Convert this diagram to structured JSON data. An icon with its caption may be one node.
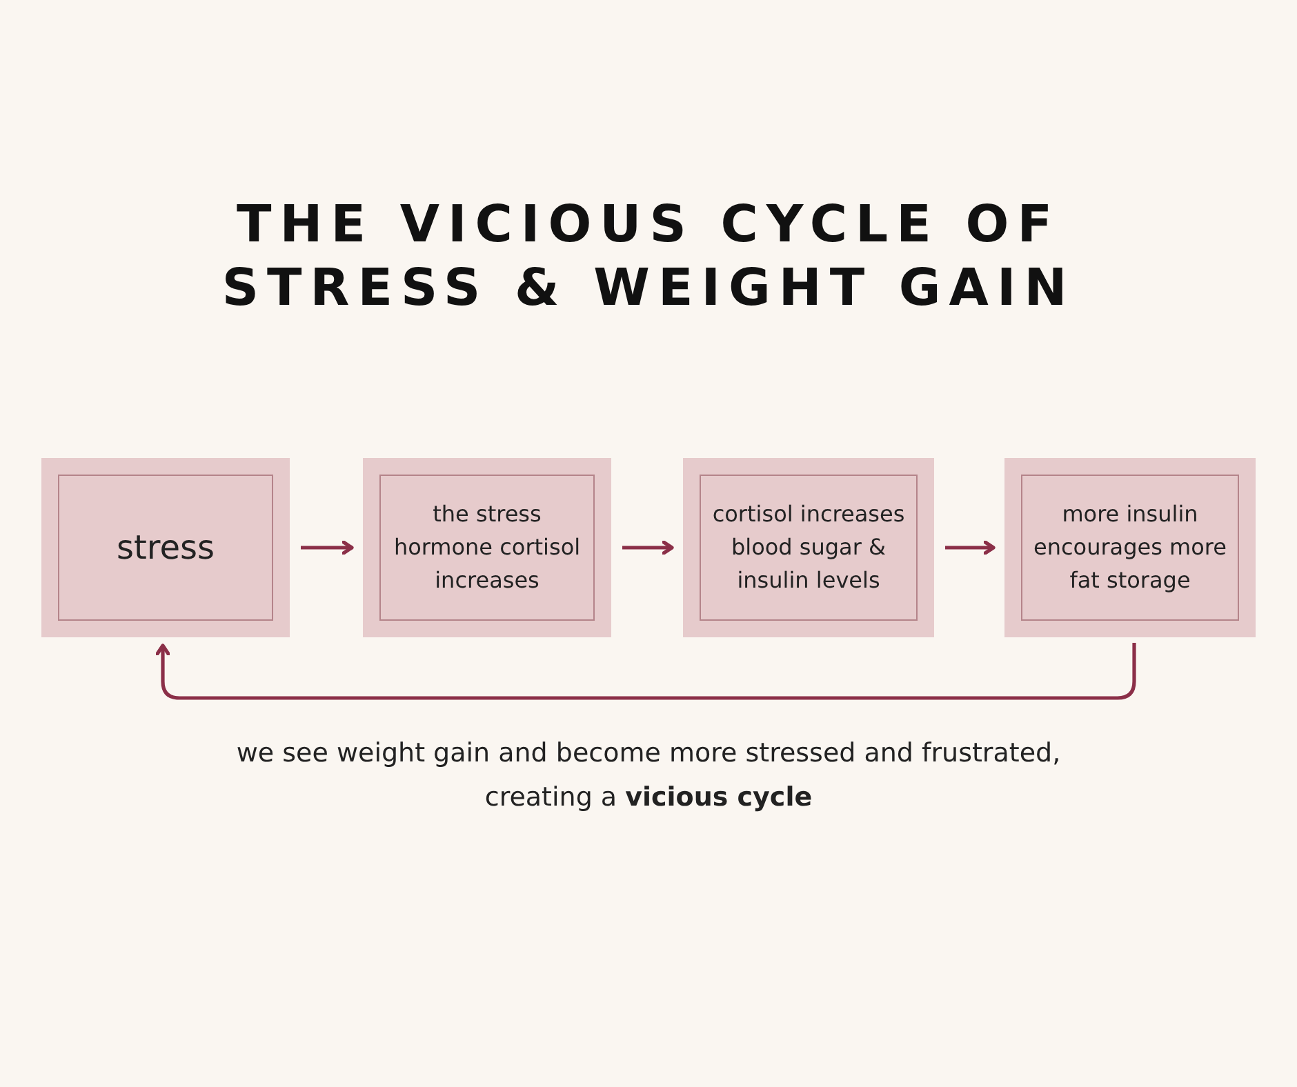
{
  "diagram": {
    "title": "THE VICIOUS CYCLE OF STRESS & WEIGHT GAIN",
    "nodes": [
      {
        "text": [
          "stress"
        ]
      },
      {
        "text": [
          "the stress hormone cortisol increases"
        ]
      },
      {
        "text": [
          "cortisol increases blood sugar & insulin levels"
        ]
      },
      {
        "text": [
          "more insulin encourages more fat storage"
        ]
      }
    ],
    "edges": [
      {
        "from": 0,
        "to": 1,
        "arrow": "to"
      },
      {
        "from": 1,
        "to": 2,
        "arrow": "to"
      },
      {
        "from": 2,
        "to": 3,
        "arrow": "to"
      },
      {
        "from": 3,
        "to": 0,
        "arrow": "to"
      }
    ],
    "caption": "we see weight gain and become more stressed and frustrated, creating a **vicious cycle**"
  }
}
